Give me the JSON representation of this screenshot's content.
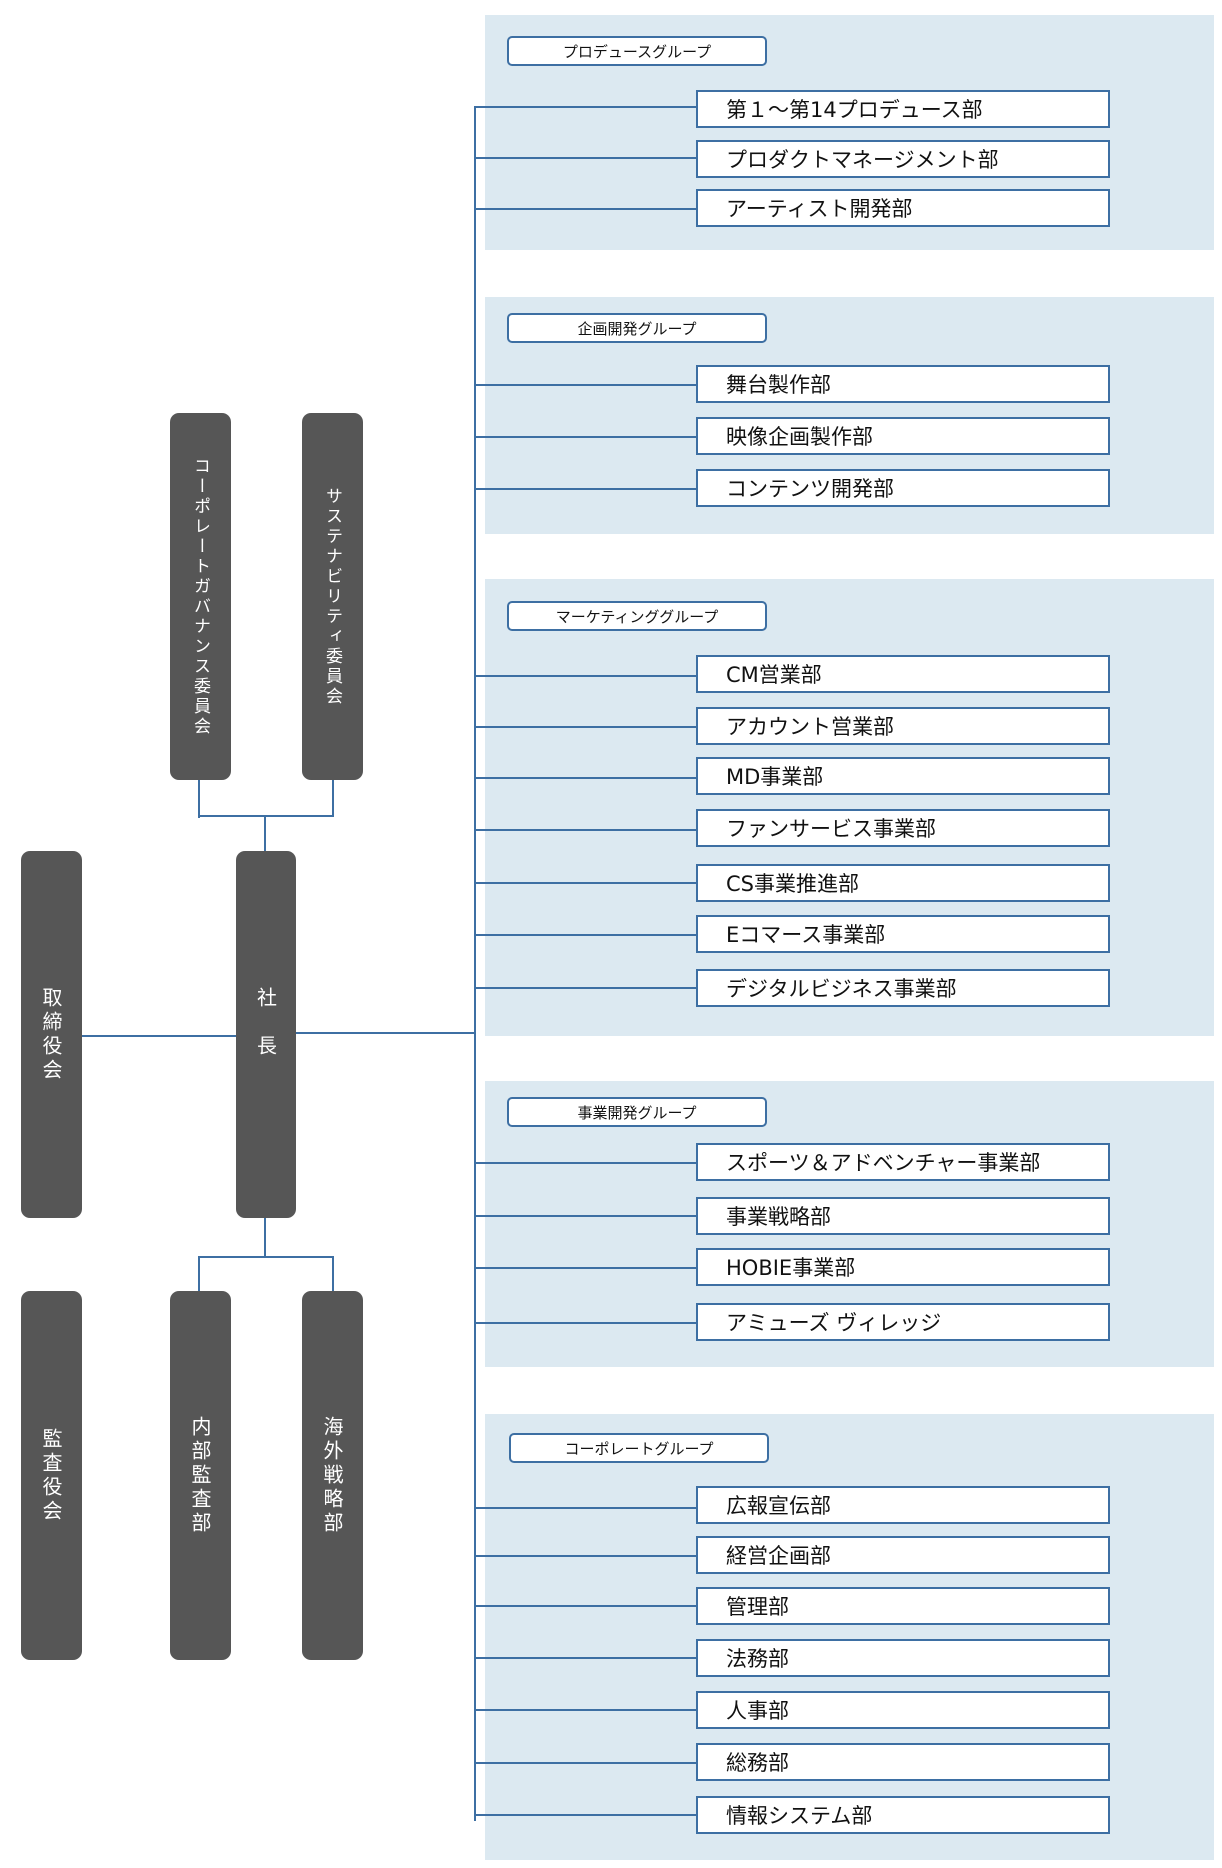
{
  "president": "社長",
  "board": "取締役会",
  "auditors": "監査役会",
  "committees": [
    "コーポレートガバナンス委員会",
    "サステナビリティ委員会"
  ],
  "staff_depts": [
    "内部監査部",
    "海外戦略部"
  ],
  "groups": [
    {
      "name": "プロデュースグループ",
      "depts": [
        "第１～第14プロデュース部",
        "プロダクトマネージメント部",
        "アーティスト開発部"
      ]
    },
    {
      "name": "企画開発グループ",
      "depts": [
        "舞台製作部",
        "映像企画製作部",
        "コンテンツ開発部"
      ]
    },
    {
      "name": "マーケティンググループ",
      "depts": [
        "CM営業部",
        "アカウント営業部",
        "MD事業部",
        "ファンサービス事業部",
        "CS事業推進部",
        "Eコマース事業部",
        "デジタルビジネス事業部"
      ]
    },
    {
      "name": "事業開発グループ",
      "depts": [
        "スポーツ＆アドベンチャー事業部",
        "事業戦略部",
        "HOBIE事業部",
        "アミューズ ヴィレッジ"
      ]
    },
    {
      "name": "コーポレートグループ",
      "depts": [
        "広報宣伝部",
        "経営企画部",
        "管理部",
        "法務部",
        "人事部",
        "総務部",
        "情報システム部"
      ]
    }
  ],
  "colors": {
    "panel": "#dce9f1",
    "line": "#3d6fa3",
    "dark_box": "#565656"
  }
}
